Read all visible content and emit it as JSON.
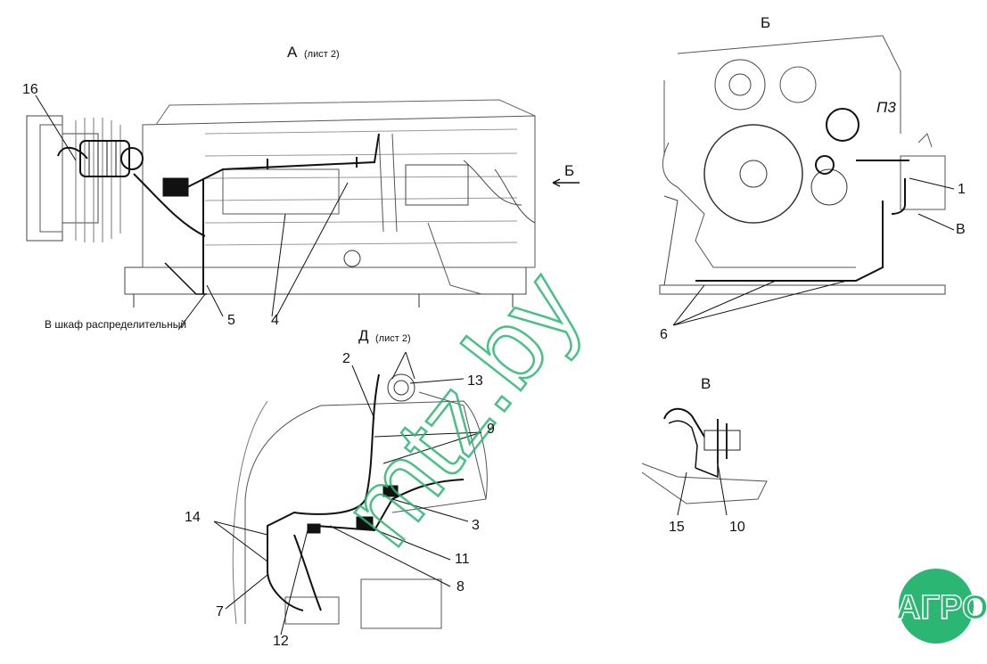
{
  "views": {
    "a": {
      "letter": "А",
      "sheet": "(лист 2)"
    },
    "b": {
      "letter": "Б"
    },
    "v": {
      "letter": "В"
    },
    "d": {
      "letter": "Д",
      "sheet": "(лист 2)"
    }
  },
  "arrow_b": "Б",
  "p3_marking": "П3",
  "notes": {
    "cabinet": "В шкаф распределительный"
  },
  "callouts": {
    "c1": "1",
    "c2": "2",
    "c3": "3",
    "c4": "4",
    "c5": "5",
    "c6": "6",
    "c7": "7",
    "c8": "8",
    "c9": "9",
    "c10": "10",
    "c11": "11",
    "c12": "12",
    "c13": "13",
    "c14": "14",
    "c15": "15",
    "c16": "16",
    "v_marker": "В"
  },
  "watermark": {
    "site": "mtz.by",
    "logo_text": "АГРОНКА",
    "color": "#2bb673"
  },
  "colors": {
    "line": "#222222",
    "watermark": "#2bb673"
  }
}
